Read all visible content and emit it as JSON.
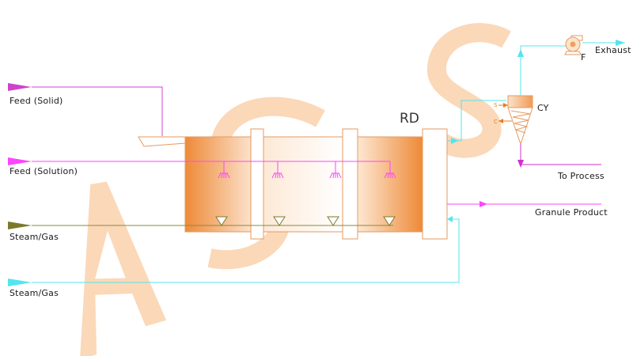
{
  "diagram": {
    "title": "RD",
    "watermark": "ASS",
    "streams": {
      "feed_solid": "Feed  (Solid)",
      "feed_solution": "Feed  (Solution)",
      "steam_gas_1": "Steam/Gas",
      "steam_gas_2": "Steam/Gas",
      "exhaust": "Exhaust",
      "to_process": "To  Process",
      "granule_product": "Granule  Product"
    },
    "equipment": {
      "cyclone": "CY",
      "fan": "F",
      "cyclone_port_s": "S",
      "cyclone_port_c": "C"
    },
    "colors": {
      "feed_solid_line": "#cc44cc",
      "feed_solution_line": "#ff55ff",
      "steam_line_1": "#7a7a2a",
      "steam_line_2": "#55e5ee",
      "dryer_orange": "#ef8a3c",
      "outline": "#e59a60",
      "watermark": "#fbd8b8"
    }
  }
}
